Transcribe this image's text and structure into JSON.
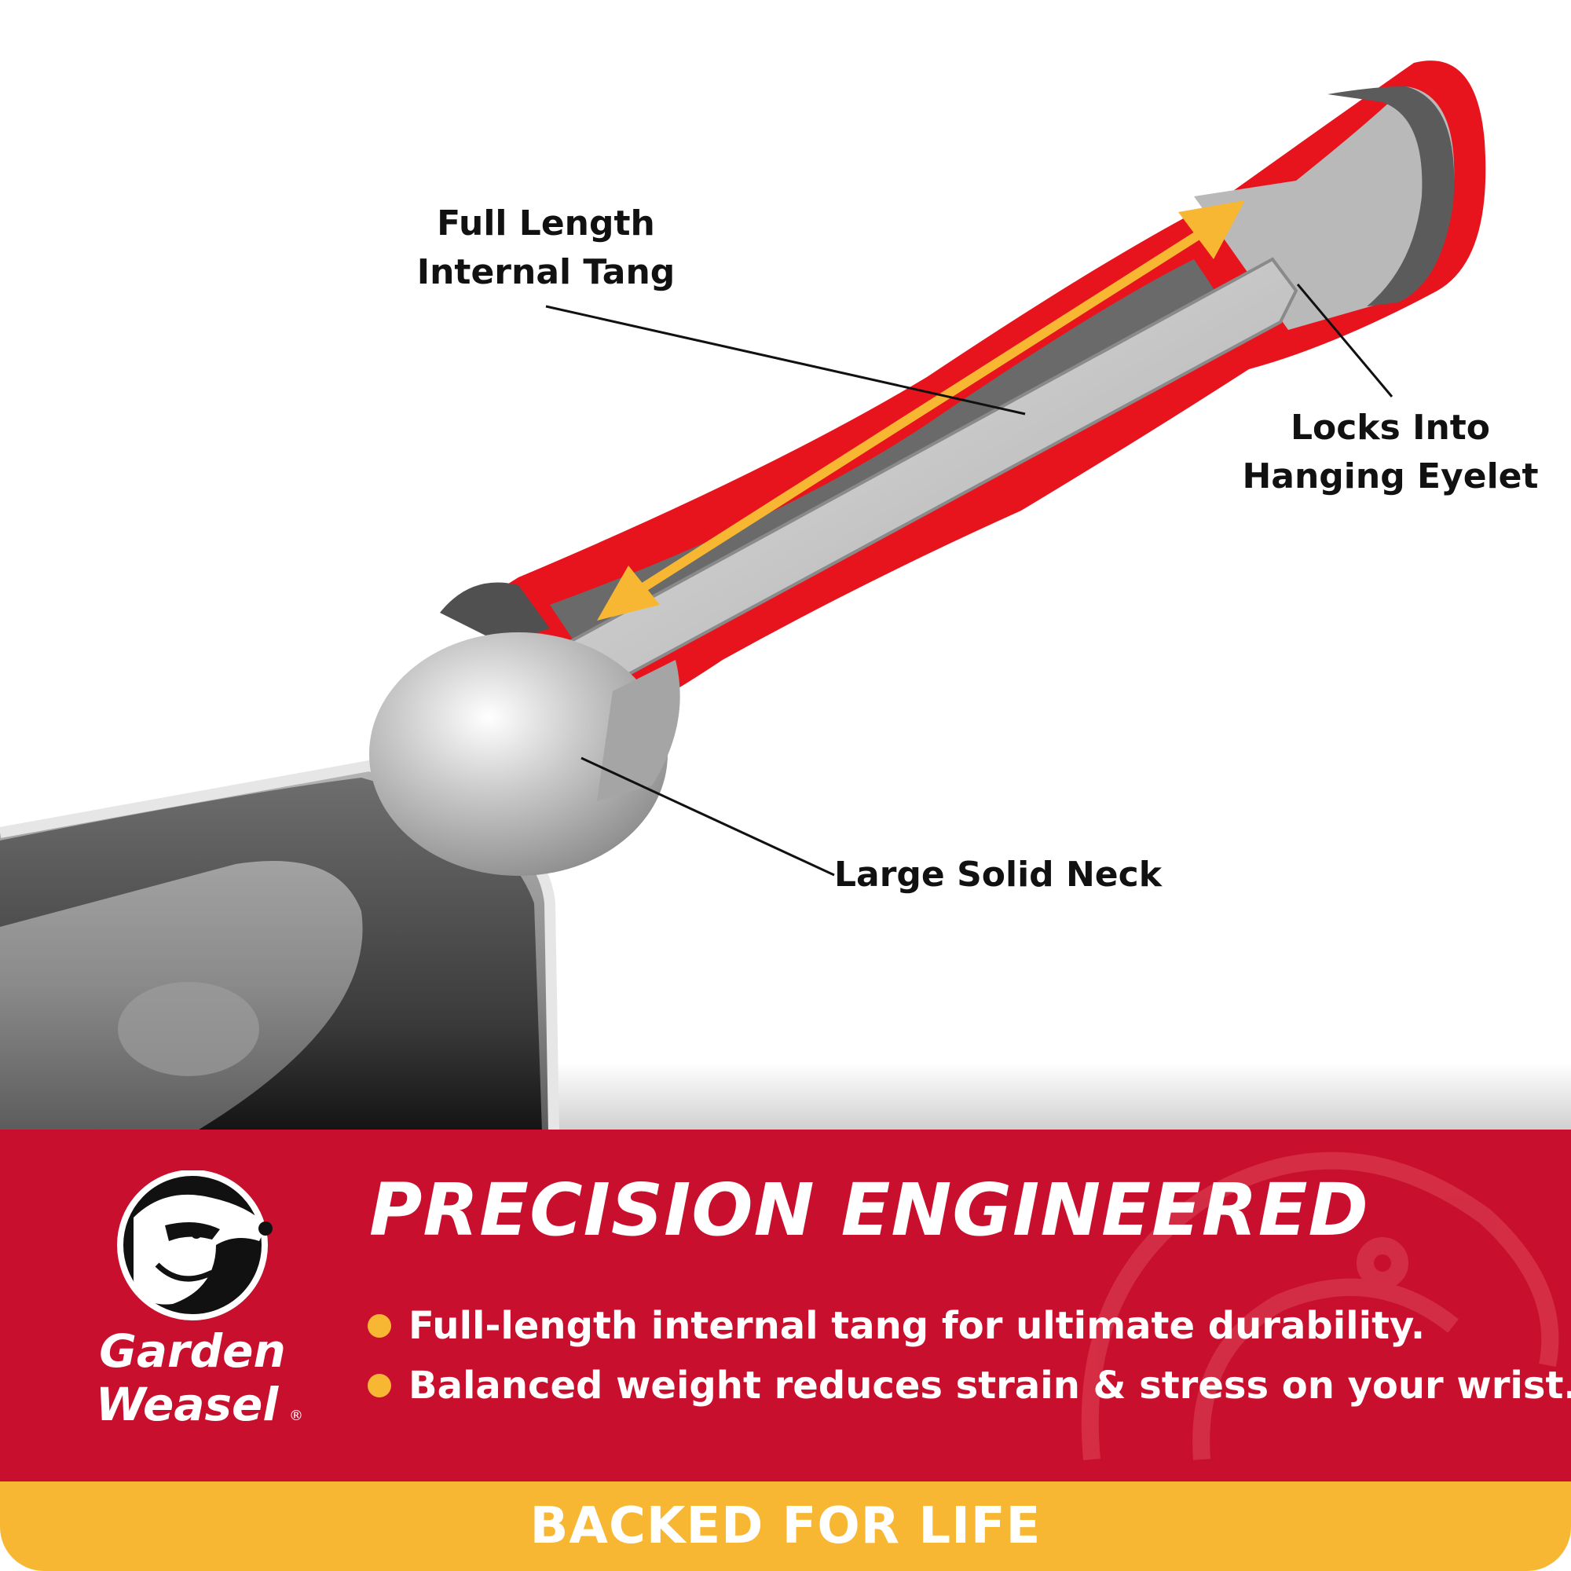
{
  "callouts": {
    "tang": {
      "line1": "Full Length",
      "line2": "Internal Tang"
    },
    "eyelet": {
      "line1": "Locks Into",
      "line2": "Hanging Eyelet"
    },
    "neck": {
      "line1": "Large Solid Neck"
    }
  },
  "banner": {
    "headline": "PRECISION ENGINEERED",
    "bullets": [
      "Full-length internal tang for ultimate durability.",
      "Balanced weight reduces strain & stress on your wrist."
    ]
  },
  "logo": {
    "line1": "Garden",
    "line2": "Weasel",
    "registered": "®"
  },
  "footer": {
    "text": "BACKED FOR LIFE"
  },
  "colors": {
    "brand_red": "#c8102e",
    "accent_yellow": "#f7b733",
    "grip_red": "#e8141d",
    "metal_gray": "#9a9a9a"
  },
  "icons": [
    "weasel-mascot-icon",
    "bullet-dot-icon",
    "double-arrow-icon"
  ]
}
